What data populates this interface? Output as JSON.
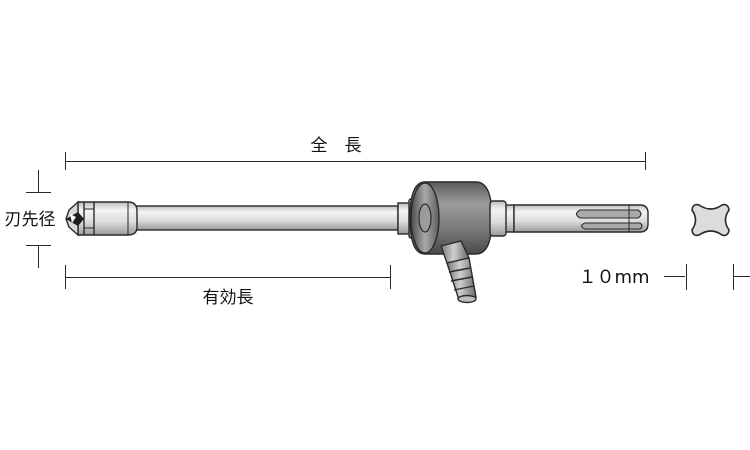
{
  "labels": {
    "overall_length": "全　長",
    "tip_diameter": "刃先径",
    "effective_length": "有効長",
    "shank_size": "１０mm"
  },
  "colors": {
    "outline": "#2a2a2a",
    "steel": "#d7d7d7",
    "adapter_dark": "#6f6f6f",
    "fitting": "#8c8c8c"
  }
}
